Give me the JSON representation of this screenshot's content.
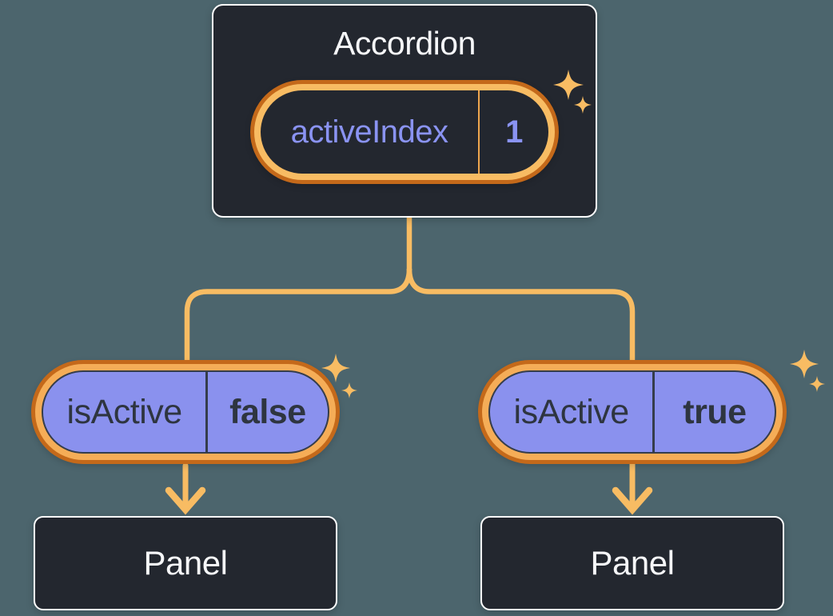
{
  "tree": {
    "root": {
      "title": "Accordion",
      "pill": {
        "label": "activeIndex",
        "value": "1"
      }
    },
    "children": [
      {
        "pill": {
          "label": "isActive",
          "value": "false"
        },
        "panel_label": "Panel"
      },
      {
        "pill": {
          "label": "isActive",
          "value": "true"
        },
        "panel_label": "Panel"
      }
    ]
  },
  "icons": {
    "sparkle": "sparkle-icon",
    "arrow": "arrow-down-icon"
  },
  "colors": {
    "background": "#4C656D",
    "card_background": "#23272F",
    "card_border": "#FFFFFF",
    "light_text": "#F6F7F9",
    "periwinkle_text": "#8A93F2",
    "purple_pill_fill": "#8A91EE",
    "purple_pill_outline": "#353D4B",
    "dark_text": "#2E3540",
    "ring_outer_orange": "#C4691A",
    "ring_inner_orange": "#F5AD57",
    "connector_orange": "#F8BC63",
    "state_divider_orange": "#EFA64E"
  }
}
